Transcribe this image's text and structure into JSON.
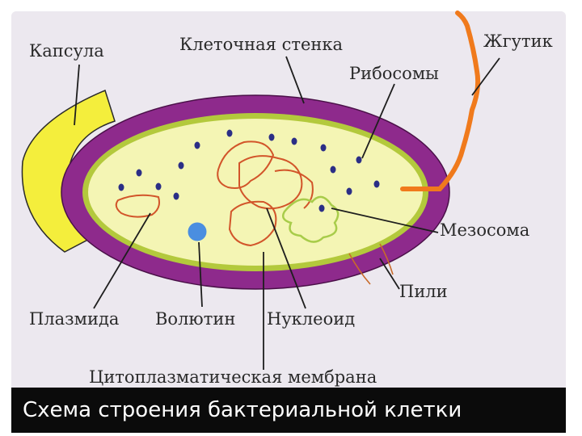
{
  "labels": {
    "capsule": "Капсула",
    "cell_wall": "Клеточная стенка",
    "flagellum": "Жгутик",
    "ribosomes": "Рибосомы",
    "mesosome": "Мезосома",
    "pili": "Пили",
    "plasmid": "Плазмида",
    "volutin": "Волютин",
    "nucleoid": "Нуклеоид",
    "membrane": "Цитоплазматическая мембрана"
  },
  "caption": "Схема строения бактериальной клетки",
  "colors": {
    "panel": "#ece8ef",
    "capsule": "#f4ee3c",
    "cell_wall": "#8e2a8c",
    "cytoplasm": "#f4f5b4",
    "membrane": "#b3c93c",
    "ribosome": "#2b2e86",
    "flagellum": "#f07a1c",
    "nucleoid": "#d2552a",
    "mesosome": "#a8cc4a",
    "volutin": "#4a8ee0",
    "caption_bg": "#0b0b0b"
  }
}
